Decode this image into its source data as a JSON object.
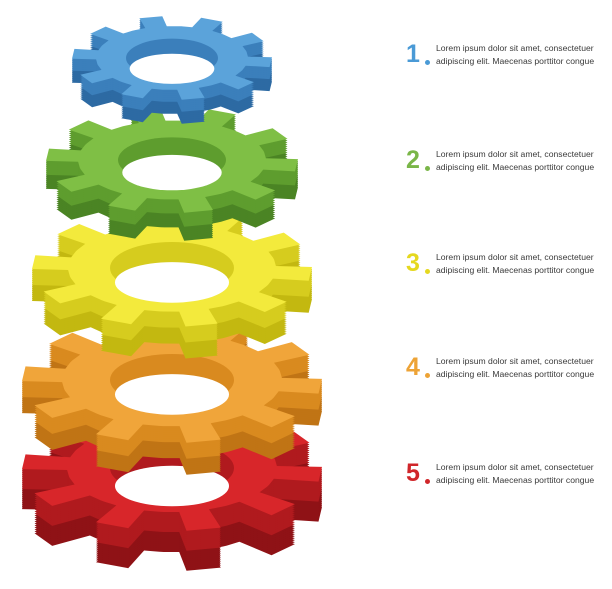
{
  "diagram": {
    "colors": {
      "blue": {
        "front": "#5ba3da",
        "side": "#3b7fbb",
        "dark": "#2d6aa3"
      },
      "green": {
        "front": "#7fbf45",
        "side": "#5e9d2e",
        "dark": "#4b8424"
      },
      "yellow": {
        "front": "#f3ea3c",
        "side": "#d6cc1e",
        "dark": "#c3b810"
      },
      "orange": {
        "front": "#f0a53a",
        "side": "#d98a1f",
        "dark": "#c07415"
      },
      "red": {
        "front": "#d8262a",
        "side": "#b01a1e",
        "dark": "#8f1216"
      }
    },
    "items": [
      {
        "number": "1",
        "color": "#4a9ad6",
        "line1": "Lorem ipsum dolor sit amet, consectetuer",
        "line2": "adipiscing elit. Maecenas porttitor congue"
      },
      {
        "number": "2",
        "color": "#7ab648",
        "line1": "Lorem ipsum dolor sit amet, consectetuer",
        "line2": "adipiscing elit. Maecenas porttitor congue"
      },
      {
        "number": "3",
        "color": "#e5d81f",
        "line1": "Lorem ipsum dolor sit amet, consectetuer",
        "line2": "adipiscing elit. Maecenas porttitor congue"
      },
      {
        "number": "4",
        "color": "#eda336",
        "line1": "Lorem ipsum dolor sit amet, consectetuer",
        "line2": "adipiscing elit. Maecenas porttitor congue"
      },
      {
        "number": "5",
        "color": "#d0262a",
        "line1": "Lorem ipsum dolor sit amet, consectetuer",
        "line2": "adipiscing elit. Maecenas porttitor congue"
      }
    ]
  }
}
